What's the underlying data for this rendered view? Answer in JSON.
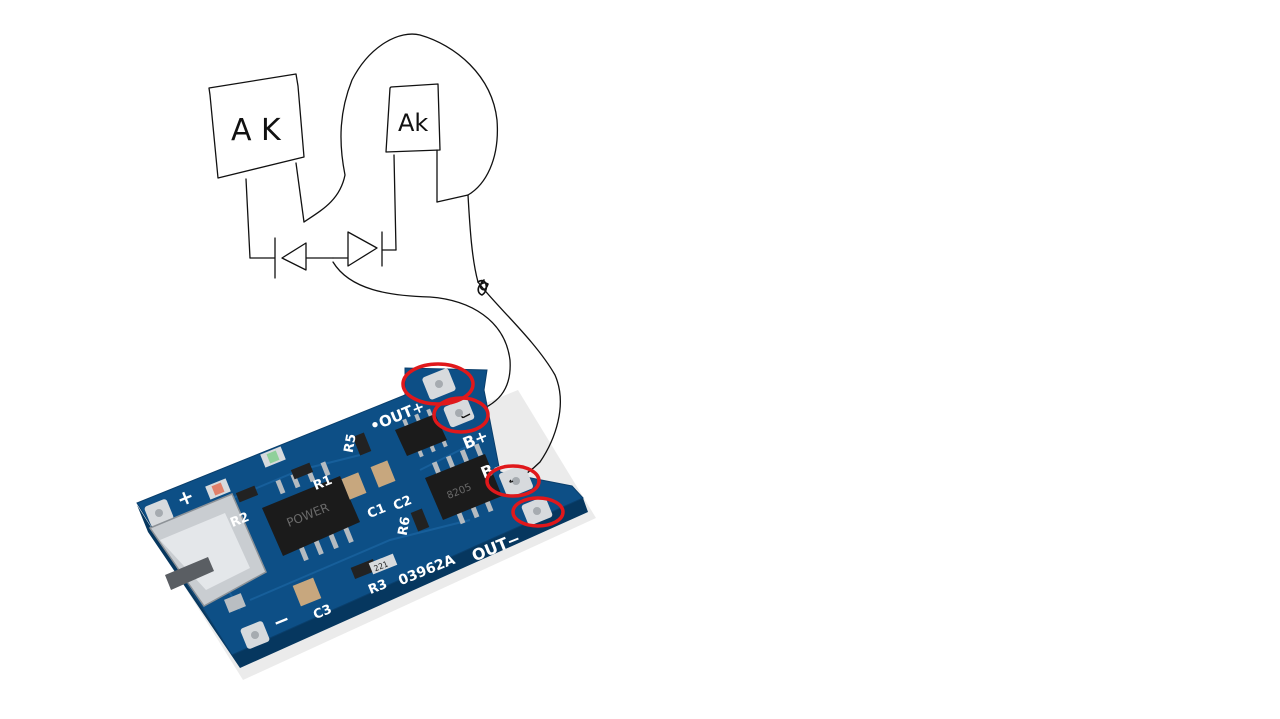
{
  "sketch": {
    "battery_left_label": "A K",
    "battery_right_label": "Ak"
  },
  "board": {
    "labels": {
      "plus": "+",
      "minus": "−",
      "out_plus": "•OUT+",
      "b_plus": "B+",
      "b_minus": "B−",
      "out_minus": "OUT−",
      "r1": "R1",
      "r2": "R2",
      "r3": "R3",
      "r5": "R5",
      "r6": "R6",
      "c1": "C1",
      "c2": "C2",
      "c3": "C3",
      "model": "03962A",
      "chip_main": "POWER",
      "chip_second": "8205",
      "resistor_code": "221"
    },
    "colors": {
      "pcb": "#0d4f86",
      "pcb_edge": "#06375f",
      "pad": "#d7dadd",
      "chip": "#1b1b1b",
      "highlight": "#e0181b"
    }
  }
}
